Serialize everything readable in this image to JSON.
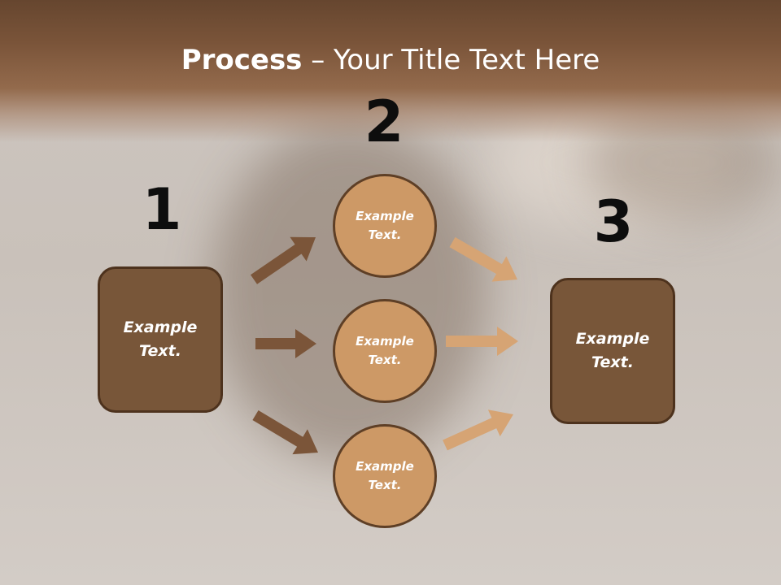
{
  "title": {
    "bold": "Process",
    "rest": " – Your Title Text Here"
  },
  "steps": [
    {
      "number": "1",
      "label": "Example Text."
    },
    {
      "number": "2",
      "items": [
        "Example Text.",
        "Example Text.",
        "Example Text."
      ]
    },
    {
      "number": "3",
      "label": "Example Text."
    }
  ],
  "colors": {
    "box_fill": "#785639",
    "circle_fill": "#cd9966",
    "arrow_dark": "#7b5539",
    "arrow_light": "#d6a474"
  }
}
